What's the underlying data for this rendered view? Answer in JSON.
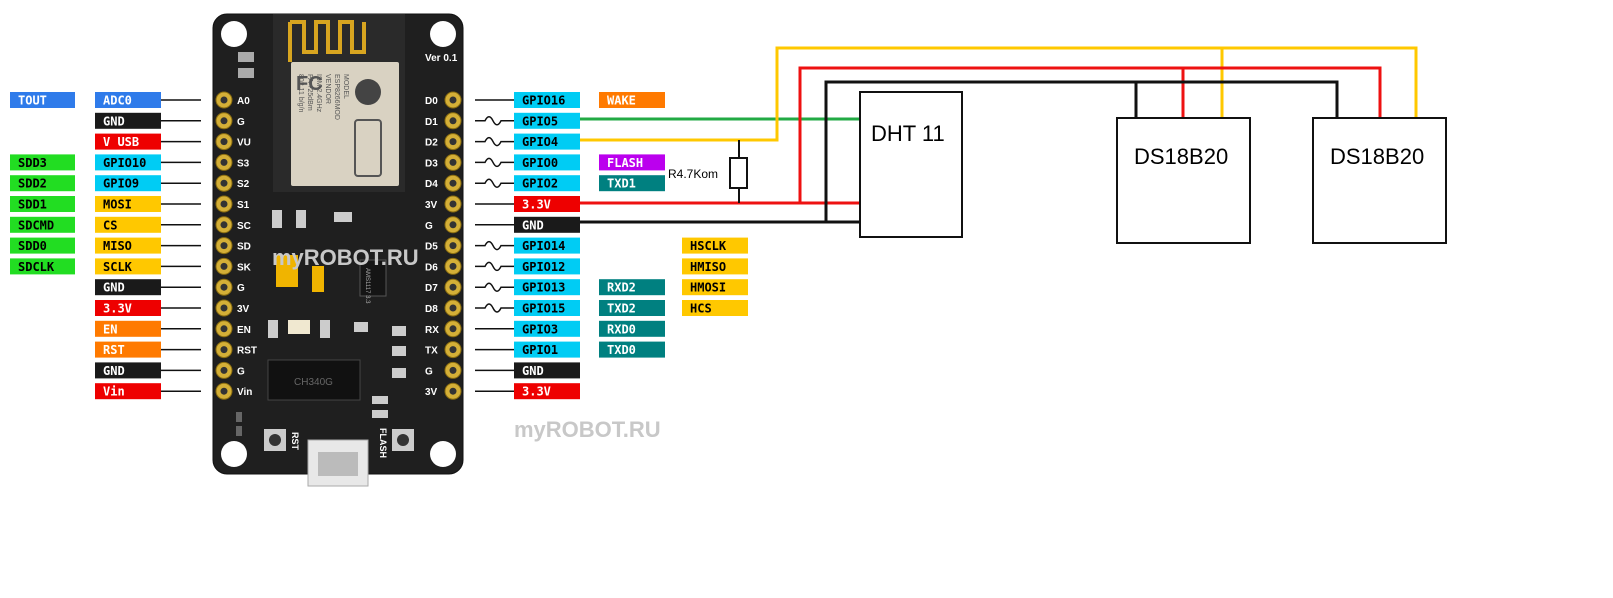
{
  "board": {
    "version": "Ver 0.1",
    "chip1": "CH340G",
    "rst_label": "RST",
    "flash_label": "FLASH",
    "module_text": [
      "MODEL",
      "ESP8266MOD",
      "VENDOR",
      "ISM 2.4GHz",
      "PA +25dBm",
      "802.11 b/g/n"
    ],
    "regulator_text": "AMS1117 3.3",
    "left_pins": [
      "A0",
      "G",
      "VU",
      "S3",
      "S2",
      "S1",
      "SC",
      "SD",
      "SK",
      "G",
      "3V",
      "EN",
      "RST",
      "G",
      "Vin"
    ],
    "right_pins": [
      "D0",
      "D1",
      "D2",
      "D3",
      "D4",
      "3V",
      "G",
      "D5",
      "D6",
      "D7",
      "D8",
      "RX",
      "TX",
      "G",
      "3V"
    ]
  },
  "watermark": "myROBOT.RU",
  "left_tags": [
    {
      "outer": "TOUT",
      "inner": "ADC0"
    },
    {
      "outer": "",
      "inner": "GND"
    },
    {
      "outer": "",
      "inner": "V USB"
    },
    {
      "outer": "SDD3",
      "inner": "GPIO10"
    },
    {
      "outer": "SDD2",
      "inner": "GPIO9"
    },
    {
      "outer": "SDD1",
      "inner": "MOSI"
    },
    {
      "outer": "SDCMD",
      "inner": "CS"
    },
    {
      "outer": "SDD0",
      "inner": "MISO"
    },
    {
      "outer": "SDCLK",
      "inner": "SCLK"
    },
    {
      "outer": "",
      "inner": "GND"
    },
    {
      "outer": "",
      "inner": "3.3V"
    },
    {
      "outer": "",
      "inner": "EN"
    },
    {
      "outer": "",
      "inner": "RST"
    },
    {
      "outer": "",
      "inner": "GND"
    },
    {
      "outer": "",
      "inner": "Vin"
    }
  ],
  "right_tags": [
    {
      "gpio": "GPIO16",
      "alt": "WAKE",
      "alt2": ""
    },
    {
      "gpio": "GPIO5",
      "alt": "",
      "alt2": ""
    },
    {
      "gpio": "GPIO4",
      "alt": "",
      "alt2": ""
    },
    {
      "gpio": "GPIO0",
      "alt": "FLASH",
      "alt2": ""
    },
    {
      "gpio": "GPIO2",
      "alt": "TXD1",
      "alt2": ""
    },
    {
      "gpio": "3.3V",
      "alt": "",
      "alt2": ""
    },
    {
      "gpio": "GND",
      "alt": "",
      "alt2": ""
    },
    {
      "gpio": "GPIO14",
      "alt": "",
      "alt2": "HSCLK"
    },
    {
      "gpio": "GPIO12",
      "alt": "",
      "alt2": "HMISO"
    },
    {
      "gpio": "GPIO13",
      "alt": "RXD2",
      "alt2": "HMOSI"
    },
    {
      "gpio": "GPIO15",
      "alt": "TXD2",
      "alt2": "HCS"
    },
    {
      "gpio": "GPIO3",
      "alt": "RXD0",
      "alt2": ""
    },
    {
      "gpio": "GPIO1",
      "alt": "TXD0",
      "alt2": ""
    },
    {
      "gpio": "GND",
      "alt": "",
      "alt2": ""
    },
    {
      "gpio": "3.3V",
      "alt": "",
      "alt2": ""
    }
  ],
  "resistor_label": "R4.7Kom",
  "sensors": [
    {
      "label": "DHT 11"
    },
    {
      "label": "DS18B20"
    },
    {
      "label": "DS18B20"
    }
  ],
  "colors": {
    "blue": "#2f7bea",
    "black": "#1a1a1a",
    "red": "#ee0000",
    "green": "#22dd22",
    "yellow": "#ffc800",
    "cyan": "#00ccf4",
    "orange": "#ff7a00",
    "purple": "#bb00ee",
    "teal": "#008080",
    "wire_green": "#22aa44",
    "wire_yellow": "#ffc800",
    "wire_red": "#ee1111",
    "wire_black": "#111111"
  }
}
